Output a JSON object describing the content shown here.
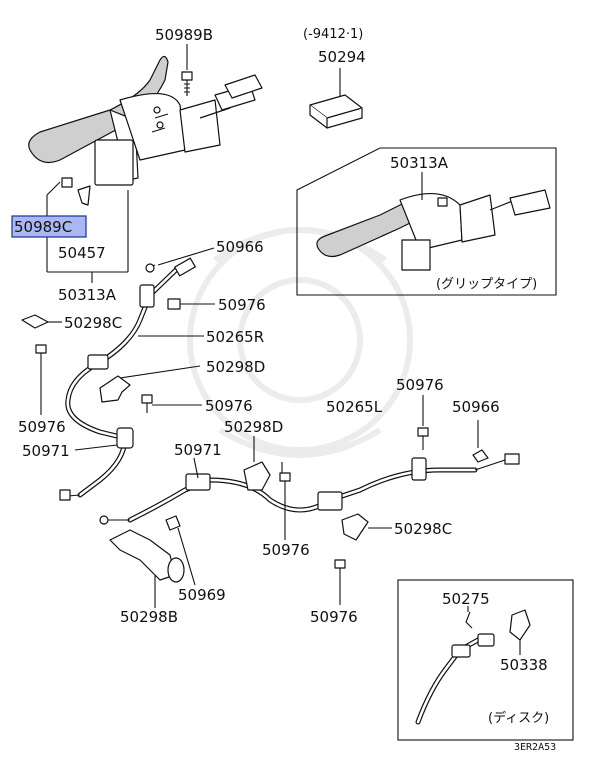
{
  "highlight_color": "#a9b8f0",
  "highlight_border": "#1d2e9c",
  "labels": {
    "p50989B": "50989B",
    "date_code": "(-9412·1)",
    "p50294": "50294",
    "p50989C": "50989C",
    "p50457": "50457",
    "p50313A": "50313A",
    "p50313A_inset": "50313A",
    "p50966_top": "50966",
    "p50976_a": "50976",
    "p50298C_a": "50298C",
    "p50265R": "50265R",
    "p50298D_a": "50298D",
    "p50976_b": "50976",
    "p50976_c": "50976",
    "p50971_a": "50971",
    "p50298D_b": "50298D",
    "p50971_b": "50971",
    "p50265L": "50265L",
    "p50976_d": "50976",
    "p50966_b": "50966",
    "p50298C_b": "50298C",
    "p50976_e": "50976",
    "p50969": "50969",
    "p50298B": "50298B",
    "p50976_f": "50976",
    "p50275": "50275",
    "p50338": "50338",
    "grip_type": "(グリップタイプ)",
    "disc": "(ディスク)",
    "diagram_code": "3ER2A53"
  }
}
